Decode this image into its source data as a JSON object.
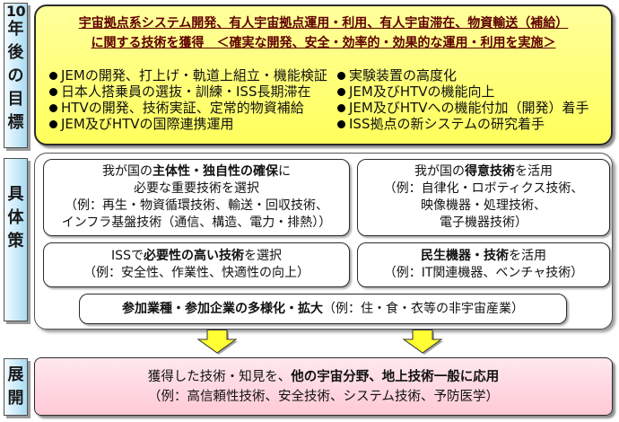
{
  "goal": {
    "label_top": "10",
    "label_vertical": "年後の目標",
    "heading_line1": "宇宙拠点系システム開発、有人宇宙拠点運用・利用、有人宇宙滞在、物資輸送（補給）",
    "heading_line2": "に関する技術を獲得　＜確実な開発、安全・効率的・効果的な運用・利用を実施＞",
    "bullets_left": [
      "JEMの開発、打上げ・軌道上組立・機能検証",
      "日本人搭乗員の選抜・訓練・ISS長期滞在",
      "HTVの開発、技術実証、定常的物資補給",
      "JEM及びHTVの国際連携運用"
    ],
    "bullets_right": [
      "実験装置の高度化",
      "JEM及びHTVの機能向上",
      "JEM及びHTVへの機能付加（開発）着手",
      "ISS拠点の新システムの研究着手"
    ]
  },
  "measures": {
    "label": "具体策",
    "core_tech": {
      "line1_pre": "我が国の",
      "line1_em": "主体性・独自性の確保",
      "line1_post": "に",
      "line2": "必要な重要技術を選択",
      "line3": "（例：再生・物資循環技術、輸送・回収技術、",
      "line4": "インフラ基盤技術（通信、構造、電力・排熱））"
    },
    "strength_tech": {
      "line1_pre": "我が国の",
      "line1_em": "得意技術",
      "line1_post": "を活用",
      "line2": "（例：自律化・ロボティクス技術、",
      "line3": "映像機器・処理技術、",
      "line4": "電子機器技術）"
    },
    "iss_tech": {
      "line1_pre": "ISSで",
      "line1_em": "必要性の高い技術",
      "line1_post": "を選択",
      "line2": "（例：安全性、作業性、快適性の向上）"
    },
    "civil_tech": {
      "line1_em": "民生機器・技術",
      "line1_post": "を活用",
      "line2": "（例：IT関連機器、ベンチャ技術）"
    },
    "diversify": {
      "em": "参加業種・参加企業の多様化・拡大",
      "post": "（例：住・食・衣等の非宇宙産業）"
    }
  },
  "deploy": {
    "label": "展開",
    "line1_pre": "獲得した技術・知見を、",
    "line1_em": "他の宇宙分野、地上技術一般に応用",
    "line2": "（例：高信頼性技術、安全技術、システム技術、予防医学）"
  },
  "colors": {
    "goal_fill": "#ffff5c",
    "deploy_fill": "#ffc9d5",
    "label_fill": "#cbeafa",
    "arrow_fill": "#ffff33",
    "heading_text": "#600000"
  }
}
